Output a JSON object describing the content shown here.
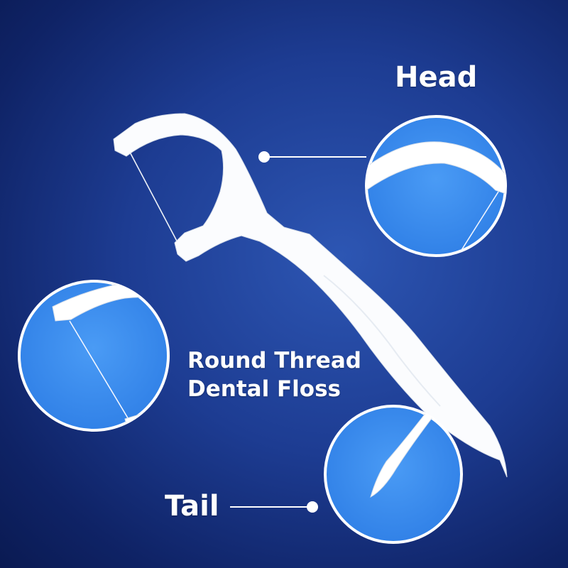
{
  "labels": {
    "head": "Head",
    "thread_line1": "Round Thread",
    "thread_line2": "Dental Floss",
    "tail": "Tail"
  },
  "colors": {
    "background": "#1d3c92",
    "circle_fill": "#3b8ef0",
    "pick": "#ffffff",
    "text": "#ffffff"
  }
}
